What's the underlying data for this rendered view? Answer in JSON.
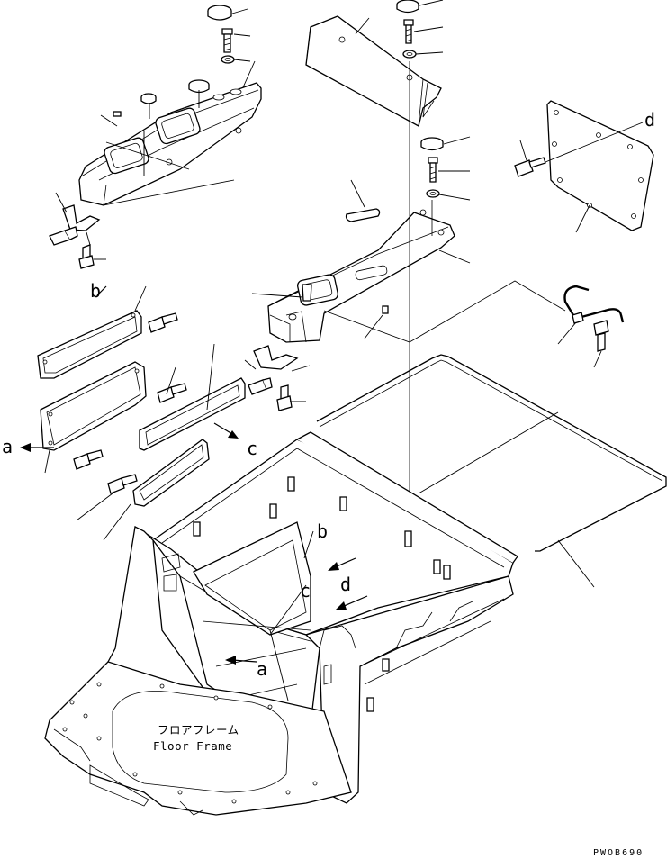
{
  "title_jp": "フロアフレーム",
  "title_en": "Floor Frame",
  "drawing_code": "PWOB690",
  "refs": {
    "a": "a",
    "b": "b",
    "c": "c",
    "d": "d"
  }
}
